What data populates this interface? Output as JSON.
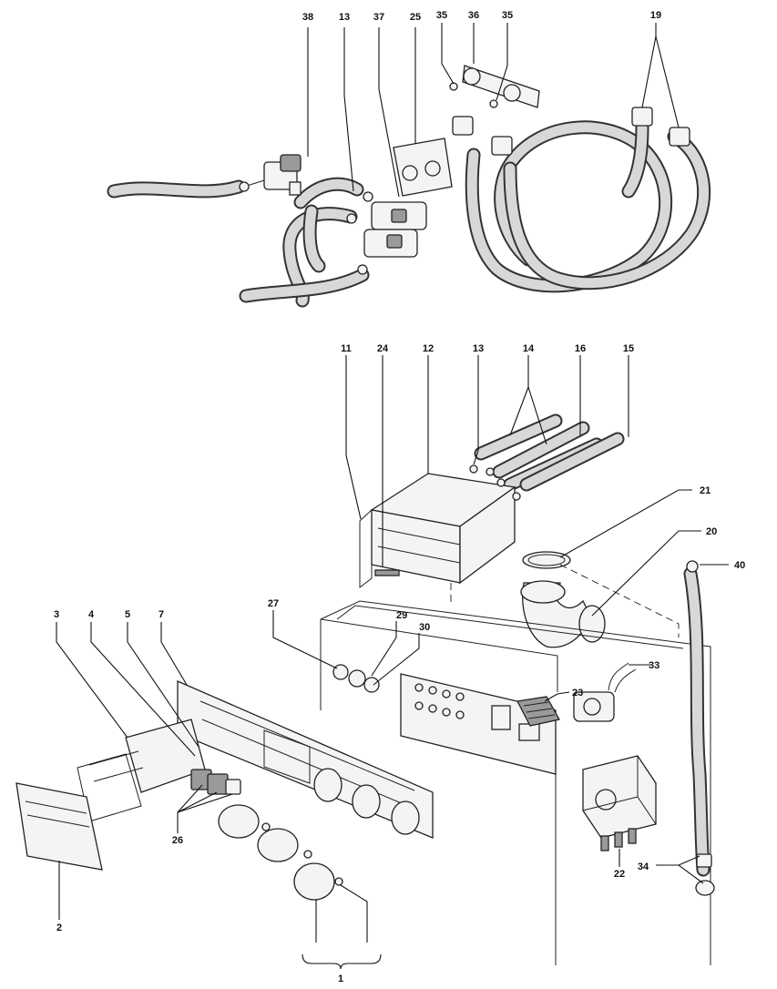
{
  "labels": {
    "l1": "1",
    "l2": "2",
    "l3": "3",
    "l4": "4",
    "l5": "5",
    "l7": "7",
    "l11": "11",
    "l12": "12",
    "l13a": "13",
    "l13b": "13",
    "l14": "14",
    "l15": "15",
    "l16": "16",
    "l19": "19",
    "l20": "20",
    "l21": "21",
    "l22": "22",
    "l23": "23",
    "l24": "24",
    "l25": "25",
    "l26": "26",
    "l27": "27",
    "l29": "29",
    "l30": "30",
    "l33": "33",
    "l34": "34",
    "l35a": "35",
    "l35b": "35",
    "l36": "36",
    "l37": "37",
    "l38": "38",
    "l40": "40"
  }
}
